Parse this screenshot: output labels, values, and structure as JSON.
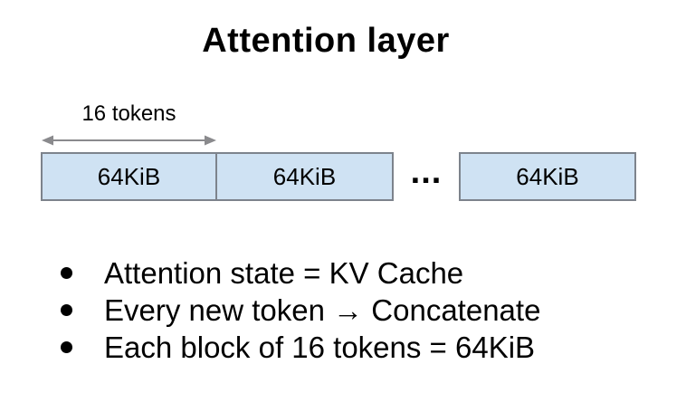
{
  "title": "Attention layer",
  "diagram": {
    "measure_label": "16 tokens",
    "ellipsis": "...",
    "blocks": [
      {
        "label": "64KiB"
      },
      {
        "label": "64KiB"
      },
      {
        "label": "64KiB"
      }
    ]
  },
  "bullets": [
    "Attention state = KV Cache",
    "Every new token → Concatenate",
    "Each block of 16 tokens = 64KiB"
  ],
  "colors": {
    "background": "#ffffff",
    "text": "#000000",
    "block_fill": "#cfe2f3",
    "block_border": "#7d838c",
    "arrow": "#8a8a8d"
  }
}
